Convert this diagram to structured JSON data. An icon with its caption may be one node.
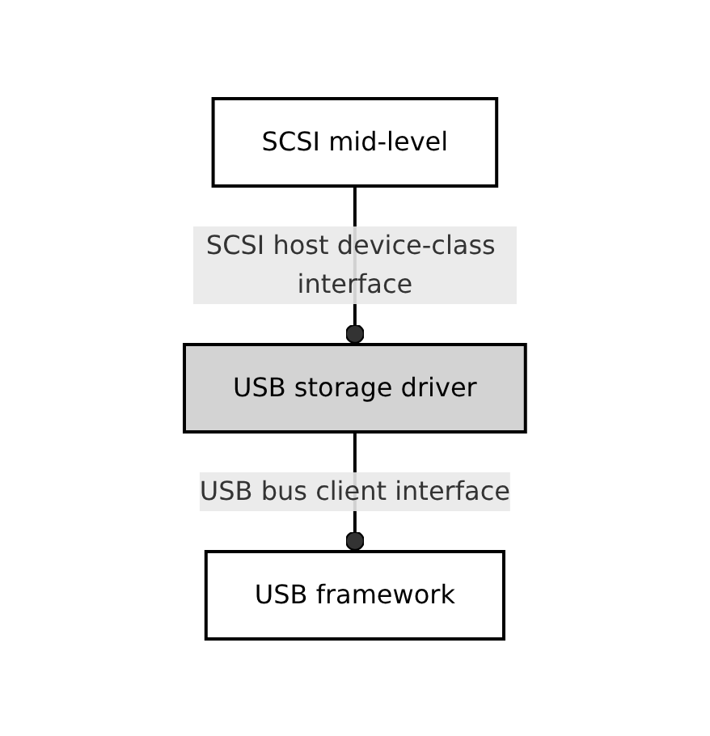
{
  "diagram": {
    "nodes": [
      {
        "text": [
          "SCSI mid-level"
        ]
      },
      {
        "text": [
          "USB storage driver"
        ]
      },
      {
        "text": [
          "USB framework"
        ]
      }
    ],
    "edges": [
      {
        "from": 0,
        "to": 1,
        "arrow": "other",
        "label": "SCSI host device-class interface"
      },
      {
        "from": 1,
        "to": 2,
        "arrow": "other",
        "label": "USB bus client interface"
      }
    ]
  }
}
